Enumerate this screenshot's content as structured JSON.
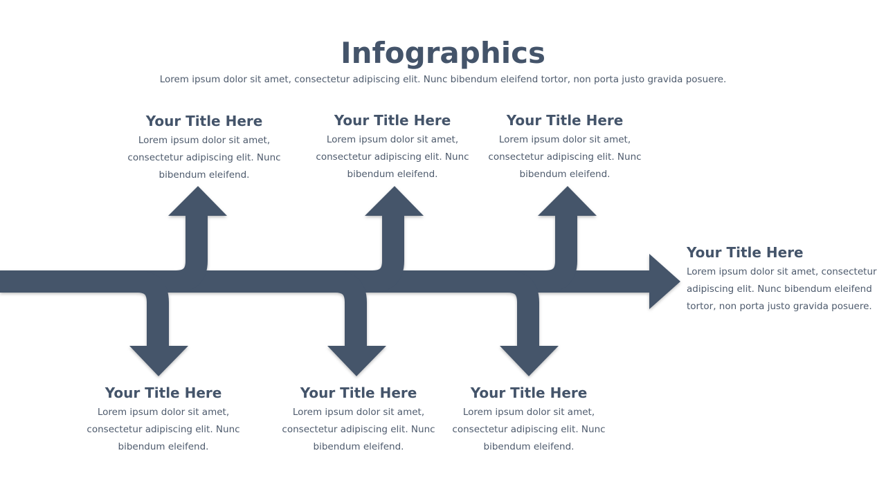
{
  "header": {
    "title": "Infographics",
    "subtitle": "Lorem ipsum dolor sit amet, consectetur adipiscing elit. Nunc bibendum eleifend tortor, non porta justo gravida posuere."
  },
  "colors": {
    "arrow": "#44546a",
    "text": "#4d5a6c"
  },
  "items": [
    {
      "title": "Your Title Here",
      "text": "Lorem ipsum dolor sit amet, consectetur adipiscing elit. Nunc bibendum eleifend."
    },
    {
      "title": "Your Title Here",
      "text": "Lorem ipsum dolor sit amet, consectetur adipiscing elit. Nunc bibendum eleifend."
    },
    {
      "title": "Your Title Here",
      "text": "Lorem ipsum dolor sit amet, consectetur adipiscing elit. Nunc bibendum eleifend."
    },
    {
      "title": "Your Title Here",
      "text": "Lorem ipsum dolor sit amet, consectetur adipiscing elit. Nunc bibendum eleifend."
    },
    {
      "title": "Your Title Here",
      "text": "Lorem ipsum dolor sit amet, consectetur adipiscing elit. Nunc bibendum eleifend."
    },
    {
      "title": "Your Title Here",
      "text": "Lorem ipsum dolor sit amet, consectetur adipiscing elit. Nunc bibendum eleifend."
    },
    {
      "title": "Your Title Here",
      "text": "Lorem ipsum dolor sit amet, consectetur adipiscing elit. Nunc bibendum eleifend tortor, non porta justo gravida posuere."
    }
  ]
}
